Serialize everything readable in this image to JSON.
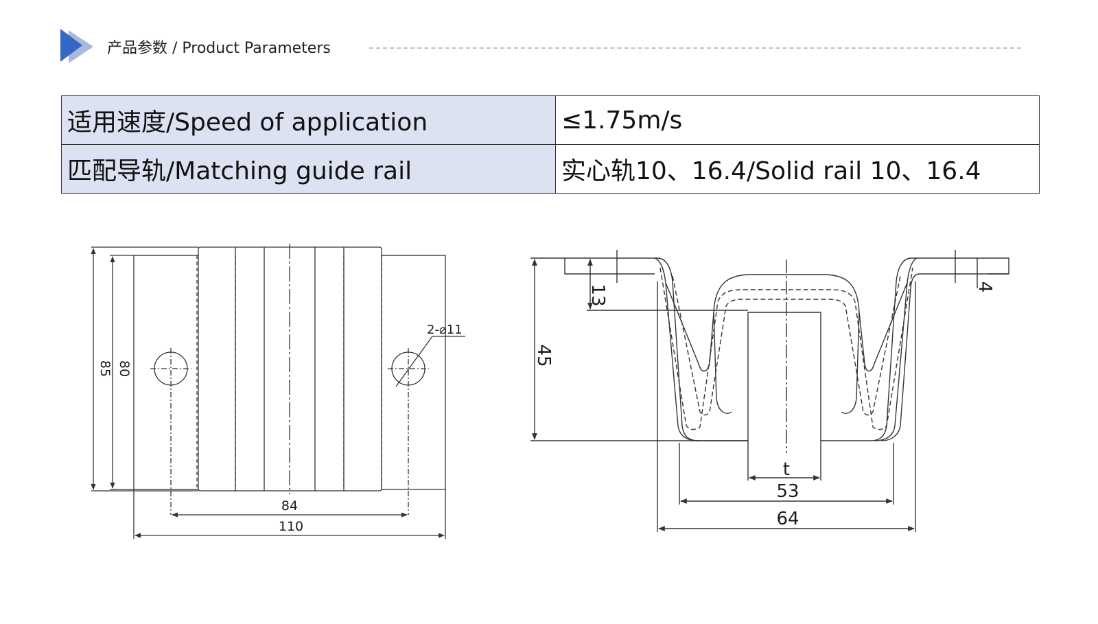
{
  "header": {
    "title": "产品参数 / Product Parameters"
  },
  "params": {
    "rows": [
      {
        "label": "适用速度/Speed of application",
        "value": "≤1.75m/s"
      },
      {
        "label": "匹配导轨/Matching guide rail",
        "value": "实心轨10、16.4/Solid rail 10、16.4"
      }
    ]
  },
  "front_view": {
    "dim_height_outer": "85",
    "dim_height_inner": "80",
    "dim_hole_spacing": "84",
    "dim_width": "110",
    "hole_callout": "2-⌀11"
  },
  "side_view": {
    "dim_flange_depth": "13",
    "dim_thickness": "4",
    "dim_height": "45",
    "dim_gap": "t",
    "dim_inner_width": "53",
    "dim_outer_width": "64"
  }
}
